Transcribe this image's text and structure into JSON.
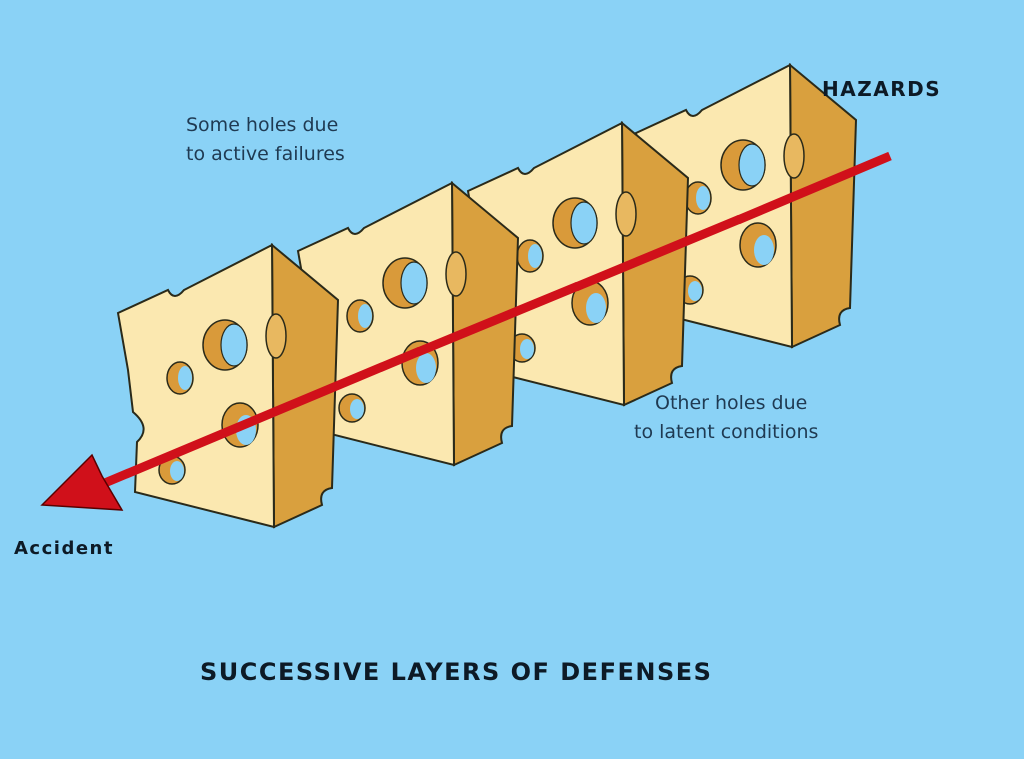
{
  "diagram": {
    "title": "SUCCESSIVE LAYERS OF DEFENSES",
    "hazards_label": "HAZARDS",
    "accident_label": "Accident",
    "active_note": [
      "Some holes due",
      "to active failures"
    ],
    "latent_note": [
      "Other holes due",
      "to latent conditions"
    ],
    "colors": {
      "background": "#8ad2f6",
      "cheese_face": "#fbe8b0",
      "cheese_side": "#d9a03e",
      "arrow": "#d0101a"
    }
  }
}
